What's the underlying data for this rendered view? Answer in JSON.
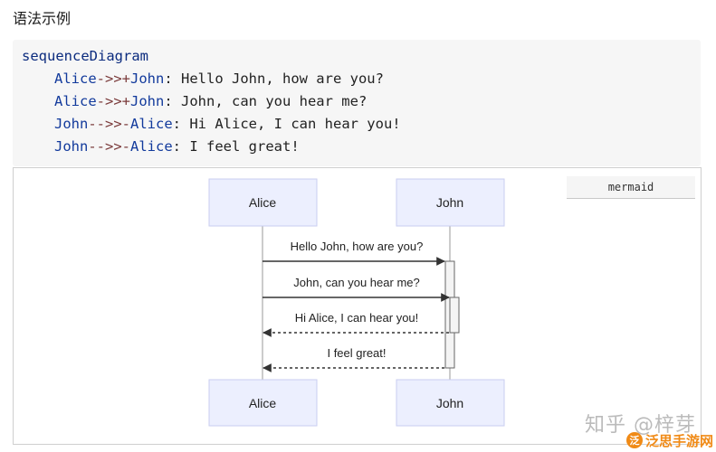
{
  "page": {
    "section_title": "语法示例"
  },
  "code": {
    "lines": [
      {
        "kw": "sequenceDiagram"
      },
      {
        "from": "Alice",
        "arrow": "->>+",
        "to": "John",
        "sep": ": ",
        "text": "Hello John, how are you?"
      },
      {
        "from": "Alice",
        "arrow": "->>+",
        "to": "John",
        "sep": ": ",
        "text": "John, can you hear me?"
      },
      {
        "from": "John",
        "arrow": "-->>-",
        "to": "Alice",
        "sep": ": ",
        "text": "Hi Alice, I can hear you!"
      },
      {
        "from": "John",
        "arrow": "-->>-",
        "to": "Alice",
        "sep": ": ",
        "text": "I feel great!"
      }
    ]
  },
  "diagram": {
    "tag": "mermaid",
    "actors": [
      "Alice",
      "John"
    ],
    "messages": [
      {
        "from": "Alice",
        "to": "John",
        "text": "Hello John, how are you?",
        "style": "solid"
      },
      {
        "from": "Alice",
        "to": "John",
        "text": "John, can you hear me?",
        "style": "solid"
      },
      {
        "from": "John",
        "to": "Alice",
        "text": "Hi Alice, I can hear you!",
        "style": "dotted"
      },
      {
        "from": "John",
        "to": "Alice",
        "text": "I feel great!",
        "style": "dotted"
      }
    ],
    "colors": {
      "actor_fill": "#eceffe",
      "actor_stroke": "#c9cdf0",
      "line": "#333333",
      "activation_fill": "#f4f4f4",
      "activation_stroke": "#666666"
    }
  },
  "watermark": {
    "text": "知乎 @梓芽",
    "logo_text": "泛思手游网",
    "logo_icon": "orange-circle-logo-icon"
  }
}
